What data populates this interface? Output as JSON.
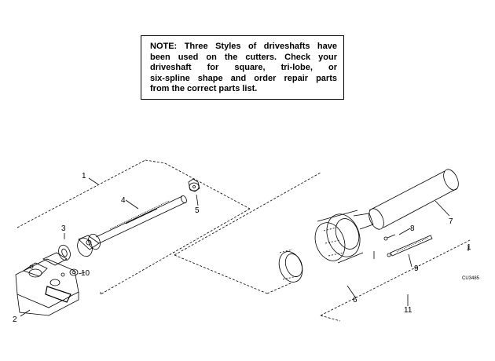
{
  "note": {
    "lead": "NOTE:",
    "lines": [
      "Three Styles of driveshafts have",
      "been used on the cutters. Check your",
      "driveshaft for square, tri-lobe, or",
      "six-spline shape and order repair parts",
      "from the correct parts list."
    ]
  },
  "callouts": {
    "c1": "1",
    "c2": "2",
    "c3": "3",
    "c4": "4",
    "c5": "5",
    "c6": "6",
    "c7": "7",
    "c8": "8",
    "c9": "9",
    "c10": "10",
    "c11": "11",
    "c1b": "1"
  },
  "figure_code": "CU3485"
}
